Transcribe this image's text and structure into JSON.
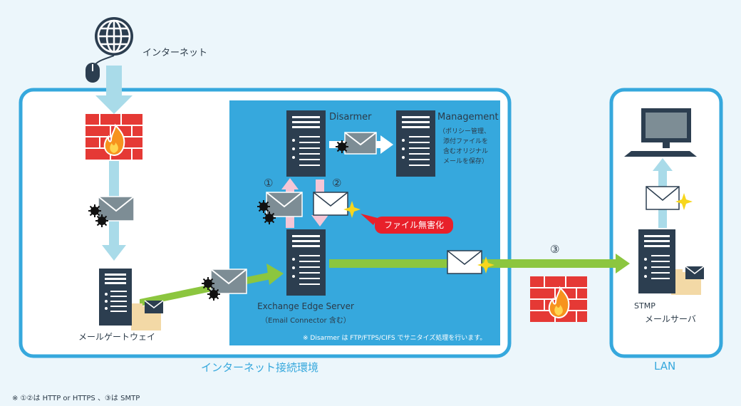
{
  "labels": {
    "internet": "インターネット",
    "internet_zone": "インターネット接続環境",
    "lan_zone": "LAN",
    "disarmer": "Disarmer",
    "management": "Management",
    "management_note_1": "（ポリシー管理、",
    "management_note_2": "添付ファイルを",
    "management_note_3": "含むオリジナル",
    "management_note_4": "メールを保存）",
    "step1": "①",
    "step2": "②",
    "step3": "③",
    "sanitize_badge": "ファイル無害化",
    "exchange_server": "Exchange Edge Server",
    "exchange_note": "（Email Connector 含む）",
    "mail_gateway": "メールゲートウェイ",
    "smtp": "STMP",
    "mail_server": "メールサーバ",
    "inner_note": "※ Disarmer は FTP/FTPS/CIFS でサニタイズ処理を行います。",
    "footnote": "※ ①②は HTTP or HTTPS 、③は SMTP"
  },
  "colors": {
    "accent_blue": "#36a8dd",
    "server_dark": "#2c3e50",
    "arrow_green": "#8cc63f",
    "arrow_light_blue": "#a9dbe9",
    "firewall_red": "#e53935",
    "badge_red": "#e8202a",
    "spark_yellow": "#f7d61c",
    "envelope_gray": "#7d8d95",
    "folder_tan": "#f3d9a6"
  }
}
